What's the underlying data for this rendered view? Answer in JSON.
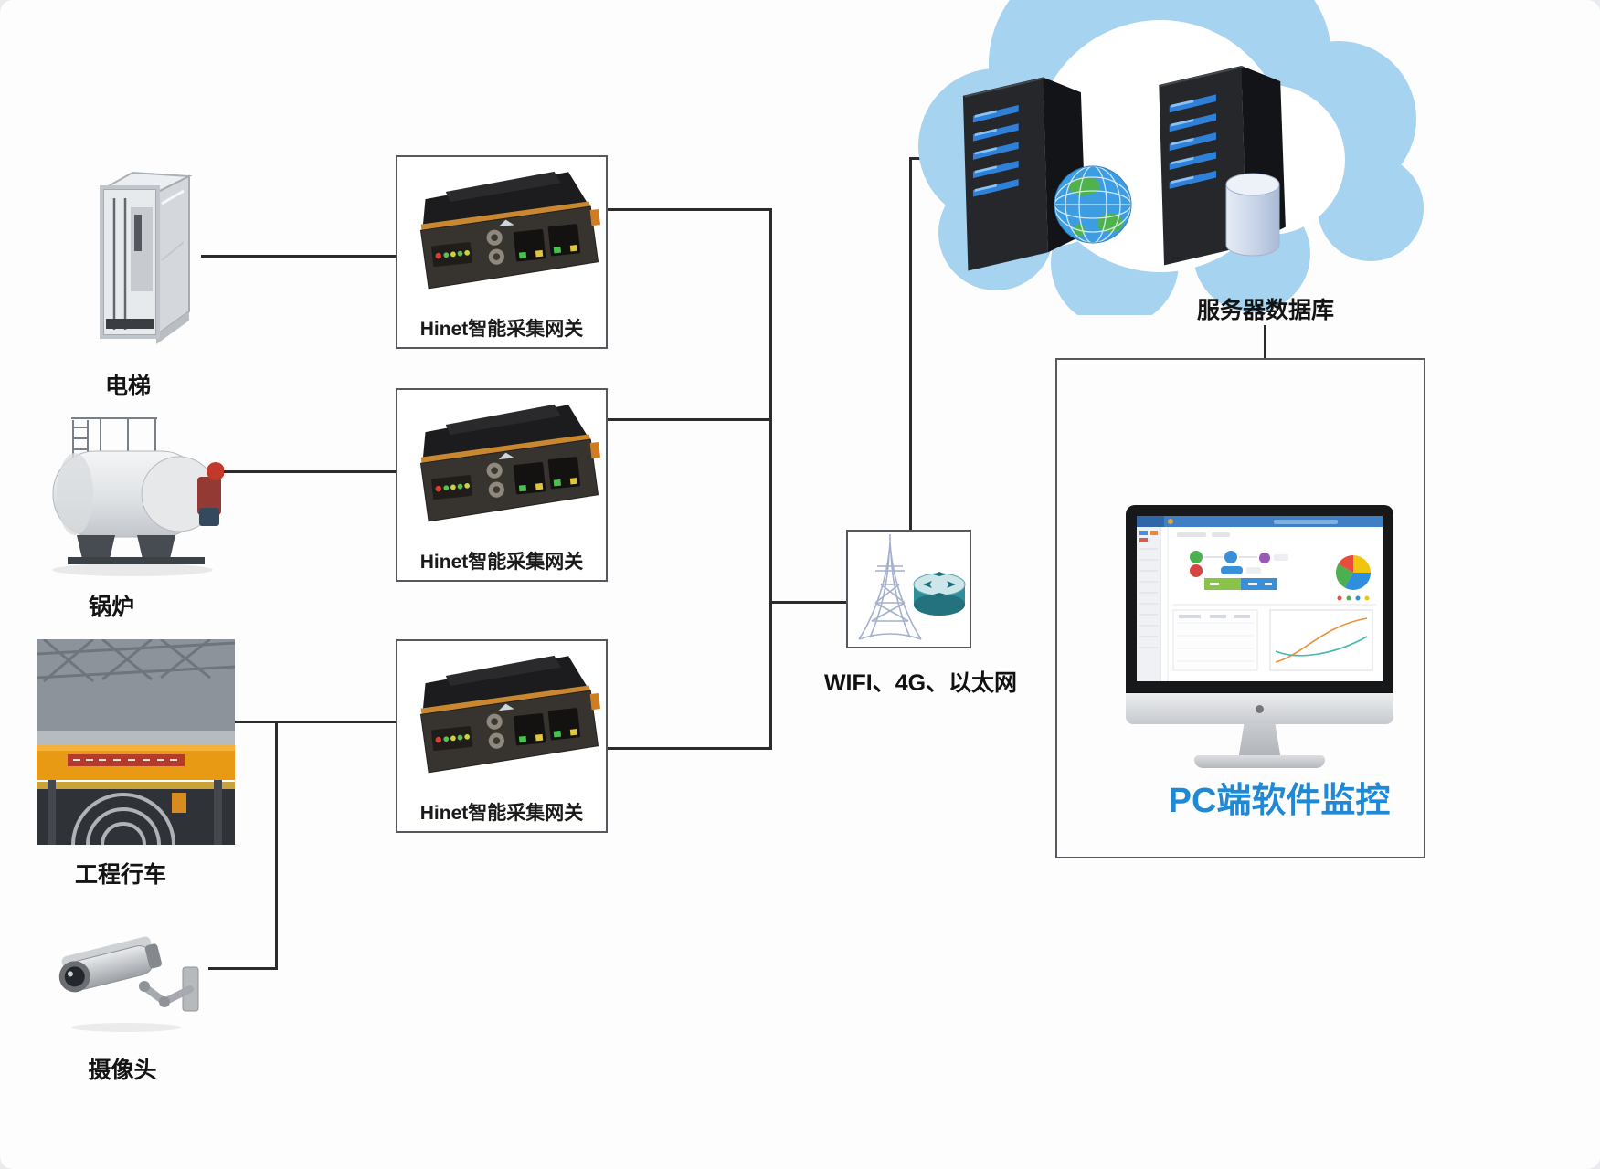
{
  "devices": [
    {
      "id": "elevator",
      "label": "电梯"
    },
    {
      "id": "boiler",
      "label": "锅炉"
    },
    {
      "id": "crane",
      "label": "工程行车"
    },
    {
      "id": "camera",
      "label": "摄像头"
    }
  ],
  "gateways": [
    {
      "id": "gateway-1",
      "label": "Hinet智能采集网关"
    },
    {
      "id": "gateway-2",
      "label": "Hinet智能采集网关"
    },
    {
      "id": "gateway-3",
      "label": "Hinet智能采集网关"
    }
  ],
  "network_node": {
    "label": "WIFI、4G、以太网",
    "icons": [
      "radio-tower-icon",
      "router-disc-icon"
    ]
  },
  "cloud": {
    "label": "服务器数据库",
    "icons": [
      "server-tower-icon",
      "server-tower-icon",
      "globe-icon",
      "database-cylinder-icon"
    ],
    "fill": "#a6d3ef"
  },
  "monitoring": {
    "label": "PC端软件监控",
    "label_color": "#2089d5",
    "icons": [
      "desktop-monitor-icon",
      "apple-logo-icon"
    ]
  },
  "colors": {
    "connector": "#2b2b2b",
    "box_border": "#55585c",
    "gateway_stripe": "#c9882f",
    "server_led_blue": "#2f80d8",
    "crane_orange": "#e89a14",
    "pc_label_blue": "#2089d5",
    "cloud_blue": "#a6d3ef"
  }
}
